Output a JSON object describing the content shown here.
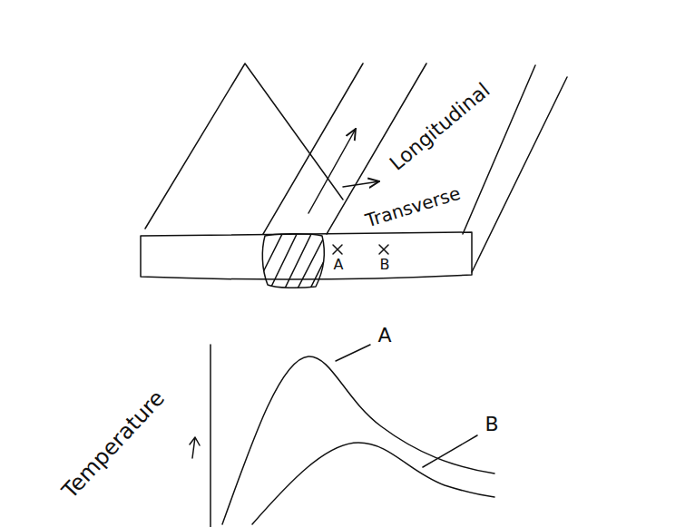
{
  "diagram": {
    "labels": [
      "Longitudinal",
      "Transverse",
      "A",
      "B",
      "A",
      "B",
      "Temperature"
    ]
  }
}
